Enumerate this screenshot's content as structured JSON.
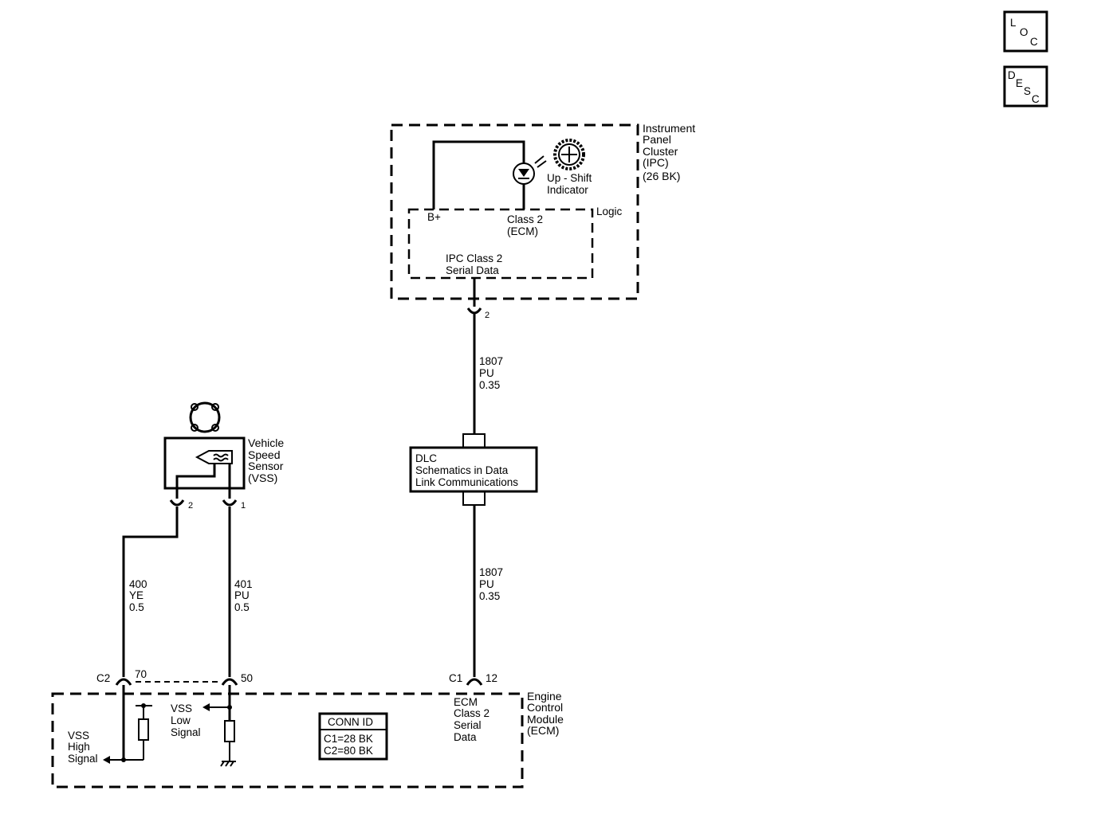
{
  "badges": {
    "loc": [
      "L",
      "O",
      "C"
    ],
    "desc": [
      "D",
      "E",
      "S",
      "C"
    ]
  },
  "ipc": {
    "name_lines": [
      "Instrument",
      "Panel",
      "Cluster",
      "(IPC)",
      "(26 BK)"
    ],
    "upshift_lines": [
      "Up - Shift",
      "Indicator"
    ],
    "logic_label": "Logic",
    "bplus_label": "B+",
    "class2_lines": [
      "Class 2",
      "(ECM)"
    ],
    "serial_lines": [
      "IPC Class 2",
      "Serial Data"
    ],
    "pin": "2"
  },
  "wire_ipc_dlc": {
    "lines": [
      "1807",
      "PU",
      "0.35"
    ]
  },
  "dlc": {
    "lines": [
      "DLC",
      "Schematics in Data",
      "Link Communications"
    ]
  },
  "wire_dlc_ecm": {
    "lines": [
      "1807",
      "PU",
      "0.35"
    ]
  },
  "vss": {
    "name_lines": [
      "Vehicle",
      "Speed",
      "Sensor",
      "(VSS)"
    ],
    "pin_a": "2",
    "pin_b": "1"
  },
  "wire_400": {
    "lines": [
      "400",
      "YE",
      "0.5"
    ]
  },
  "wire_401": {
    "lines": [
      "401",
      "PU",
      "0.5"
    ]
  },
  "ecm": {
    "name_lines": [
      "Engine",
      "Control",
      "Module",
      "(ECM)"
    ],
    "c2_label": "C2",
    "pin_70": "70",
    "pin_50": "50",
    "c1_label": "C1",
    "pin_12": "12",
    "serial_lines": [
      "ECM",
      "Class 2",
      "Serial",
      "Data"
    ],
    "vss_high_lines": [
      "VSS",
      "High",
      "Signal"
    ],
    "vss_low_lines": [
      "VSS",
      "Low",
      "Signal"
    ]
  },
  "conn_id": {
    "title": "CONN ID",
    "c1": "C1=28 BK",
    "c2": "C2=80 BK"
  }
}
